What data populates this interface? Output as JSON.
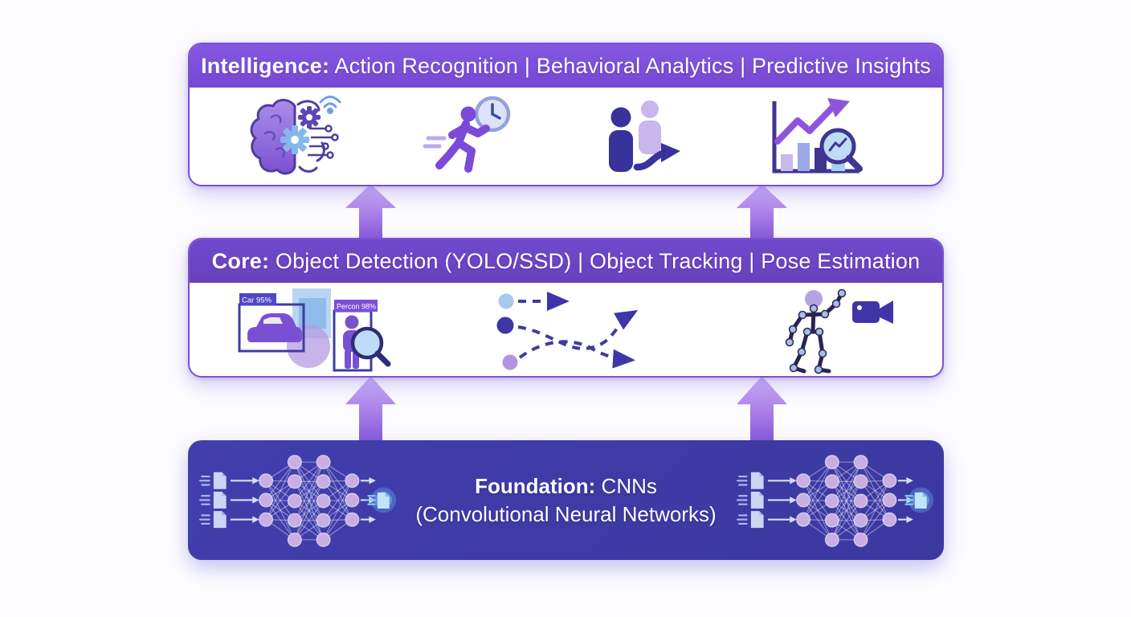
{
  "layers": {
    "intelligence": {
      "title_bold": "Intelligence:",
      "title_rest": " Action Recognition | Behavioral Analytics | Predictive Insights"
    },
    "core": {
      "title_bold": "Core:",
      "title_rest": " Object Detection (YOLO/SSD) | Object Tracking | Pose Estimation",
      "detection": {
        "car_label": "Car 95%",
        "person_label": "Percon 98%"
      }
    },
    "foundation": {
      "title_bold": "Foundation:",
      "title_rest": " CNNs",
      "subtitle": "(Convolutional Neural Networks)"
    }
  },
  "icons": {
    "intelligence": [
      "brain-ai-icon",
      "running-person-clock-icon",
      "people-transition-arrow-icon",
      "chart-magnifier-icon"
    ],
    "core": [
      "object-detection-icon",
      "object-tracking-icon",
      "pose-estimation-icon"
    ],
    "foundation": [
      "neural-network-graphic",
      "neural-network-graphic"
    ],
    "connectors": [
      "up-arrow",
      "up-arrow",
      "up-arrow",
      "up-arrow"
    ]
  },
  "colors": {
    "intelligence_header": "#7b4fd8",
    "core_header": "#6d48c6",
    "foundation_background": "#3d3aa6",
    "arrow_purple": "#9165dd",
    "card_border": "#7a52cf",
    "accent_light_blue": "#a9ccf0",
    "accent_lavender": "#c3aaee",
    "dark_indigo": "#3f35a8",
    "text_white": "#ffffff"
  }
}
